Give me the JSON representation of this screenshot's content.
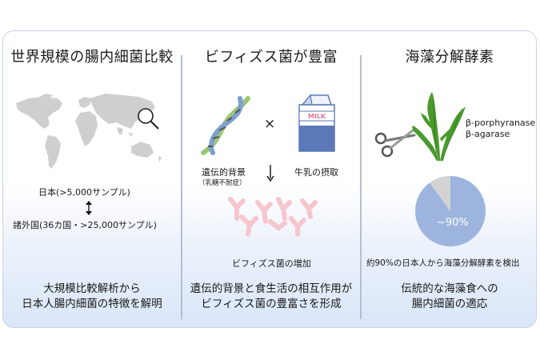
{
  "panel1": {
    "title": "世界規模の腸内細菌比較",
    "japan_label": "日本(>5,000サンプル)",
    "foreign_label": "諸外国(36カ国・>25,000サンプル)",
    "bottom_line1": "大規模比較解析から",
    "bottom_line2": "日本人腸内細菌の特徴を解明"
  },
  "panel2": {
    "title": "ビフィズス菌が豊富",
    "genetic_label": "遺伝的背景",
    "genetic_sublabel": "（乳糖不耐症）",
    "times_symbol": "×",
    "milk_label": "牛乳の摂取",
    "milk_carton_text": "MILK",
    "increase_label": "ビフィズス菌の増加",
    "bottom_line1": "遺伝的背景と食生活の相互作用が",
    "bottom_line2": "ビフィズス菌の豊富さを形成"
  },
  "panel3": {
    "title": "海藻分解酵素",
    "enzyme1": "β-porphyranase",
    "enzyme2": "β-agarase",
    "pie_label": "~90%",
    "caption": "約90%の日本人から海藻分解酵素を検出",
    "bottom_line1": "伝統的な海藻食への",
    "bottom_line2": "腸内細菌の適応"
  },
  "chart_data": {
    "type": "pie",
    "values": [
      90,
      10
    ],
    "categories": [
      "",
      ""
    ],
    "colors": [
      "#9db5de",
      "#d3d3d3"
    ]
  },
  "colors": {
    "divider": "#b3bfd4",
    "border": "#c9d3e6",
    "bacteria": "#f6c6cf",
    "seaweed": "#4a9a2c",
    "dna_green": "#9ac66f",
    "dna_blue": "#7e9fd0",
    "milk_blue": "#5b79b8"
  }
}
